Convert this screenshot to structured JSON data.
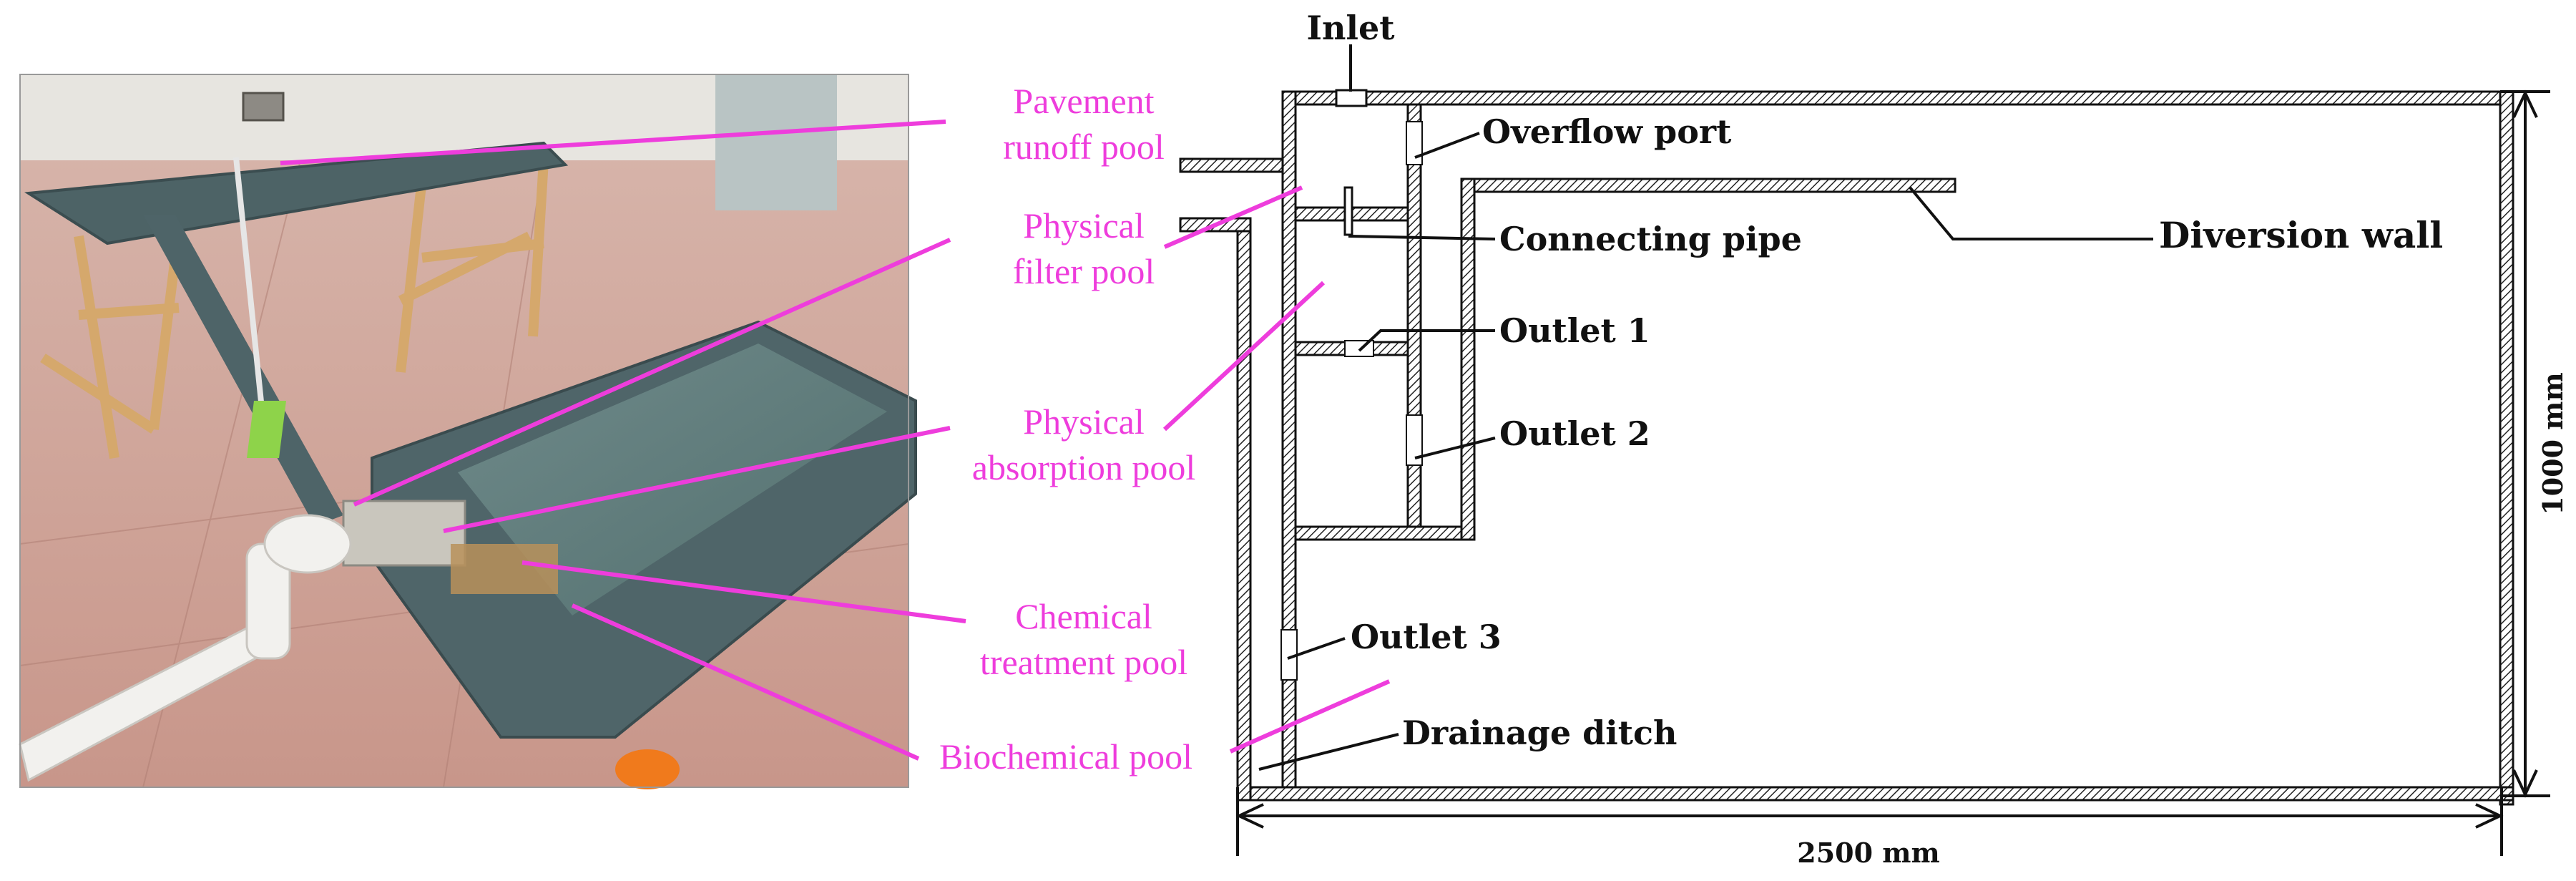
{
  "photo_labels": {
    "pavement_runoff_pool": [
      "Pavement",
      "runoff pool"
    ],
    "physical_filter_pool": [
      "Physical",
      "filter pool"
    ],
    "physical_absorption_pool": [
      "Physical",
      "absorption pool"
    ],
    "chemical_treatment_pool": [
      "Chemical",
      "treatment pool"
    ],
    "biochemical_pool": "Biochemical pool"
  },
  "diagram_labels": {
    "inlet": "Inlet",
    "overflow_port": "Overflow port",
    "connecting_pipe": "Connecting pipe",
    "diversion_wall": "Diversion wall",
    "outlet_1": "Outlet 1",
    "outlet_2": "Outlet 2",
    "outlet_3": "Outlet 3",
    "drainage_ditch": "Drainage ditch"
  },
  "dimensions": {
    "width": "2500 mm",
    "height": "1000 mm"
  },
  "colors": {
    "label_accent": "#ee3ddc",
    "diagram_ink": "#111111"
  }
}
